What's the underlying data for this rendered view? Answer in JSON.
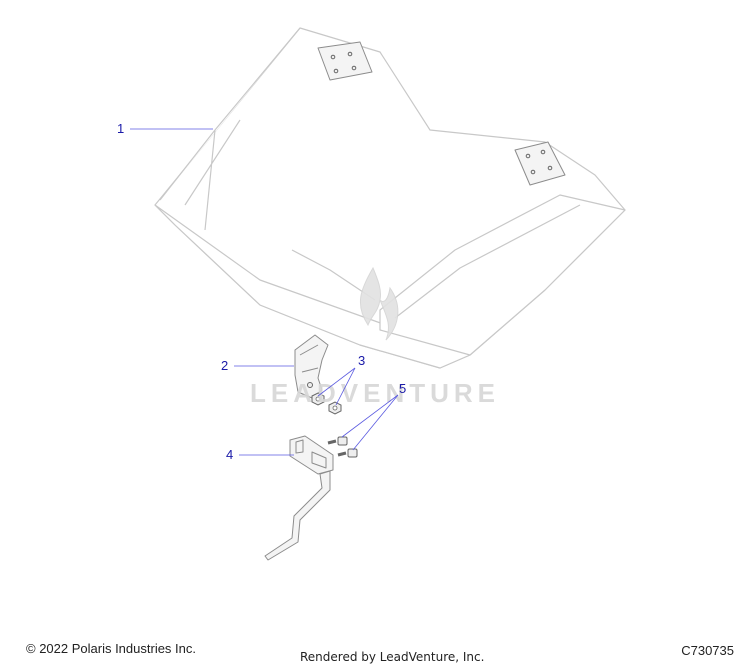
{
  "callouts": {
    "c1": "1",
    "c2": "2",
    "c3": "3",
    "c4": "4",
    "c5": "5"
  },
  "watermark": {
    "text": "LEADVENTURE"
  },
  "footer": {
    "copyright": "© 2022 Polaris Industries Inc.",
    "rendered_by": "Rendered by LeadVenture, Inc.",
    "diagram_code": "C730735"
  },
  "colors": {
    "callout_text": "#1a1aa8",
    "leader_line": "#5a5ae0",
    "part_outline": "#c8c8c8",
    "watermark": "#d7d7d7"
  }
}
